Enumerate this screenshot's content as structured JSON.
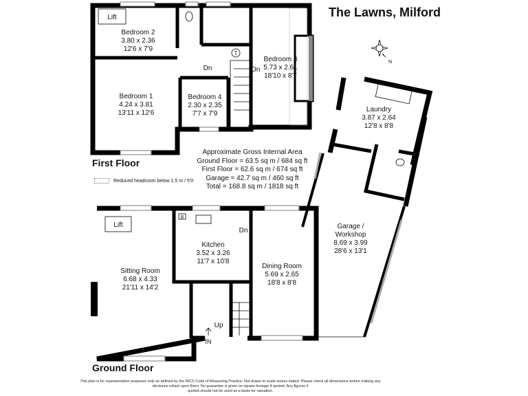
{
  "title": "The Lawns, Milford",
  "floors": {
    "first": "First Floor",
    "ground": "Ground Floor"
  },
  "legend": {
    "reduced_headroom": "Reduced headroom below 1.5 m / 5'0"
  },
  "area": {
    "heading": "Approximate Gross Internal Area",
    "ground": "Ground Floor = 63.5 sq m / 684 sq ft",
    "first": "First Floor = 62.6 sq m / 674 sq ft",
    "garage": "Garage = 42.7 sq m / 460 sq ft",
    "total": "Total = 168.8 sq m / 1818 sq ft"
  },
  "rooms": {
    "bedroom2": {
      "name": "Bedroom 2",
      "metric": "3.80 x 2.36",
      "imperial": "12'6 x 7'9"
    },
    "bedroom1": {
      "name": "Bedroom 1",
      "metric": "4.24 x 3.81",
      "imperial": "13'11 x 12'6"
    },
    "bedroom4": {
      "name": "Bedroom 4",
      "metric": "2.30 x 2.35",
      "imperial": "7'7 x 7'9"
    },
    "bedroom3": {
      "name": "Bedroom 3",
      "metric": "5.73 x 2.61",
      "imperial": "18'10 x 8'7"
    },
    "laundry": {
      "name": "Laundry",
      "metric": "3.87 x 2.64",
      "imperial": "12'8 x 8'8"
    },
    "garage": {
      "name": "Garage /",
      "name2": "Workshop",
      "metric": "8.69 x 3.99",
      "imperial": "28'6 x 13'1"
    },
    "kitchen": {
      "name": "Kitchen",
      "metric": "3.52 x 3.26",
      "imperial": "11'7 x 10'8"
    },
    "sitting": {
      "name": "Sitting Room",
      "metric": "6.68 x 4.33",
      "imperial": "21'11 x 14'2"
    },
    "dining": {
      "name": "Dining Room",
      "metric": "5.69 x 2.65",
      "imperial": "18'8 x 8'8"
    }
  },
  "labels": {
    "lift": "Lift",
    "dn": "Dn",
    "up": "Up",
    "in": "IN",
    "tank": "T",
    "boiler": "B",
    "compass": "N"
  },
  "disclaimer": {
    "line1": "This plan is for representation purposes only as defined by the RICS Code of Measuring Practice. Not drawn to scale unless stated. Please check all dimensions before making any",
    "line2": "decisions reliant upon them. No guarantee is given on square footage if quoted. Any figures if",
    "line3": "quoted should not be used as a basis for valuation."
  }
}
